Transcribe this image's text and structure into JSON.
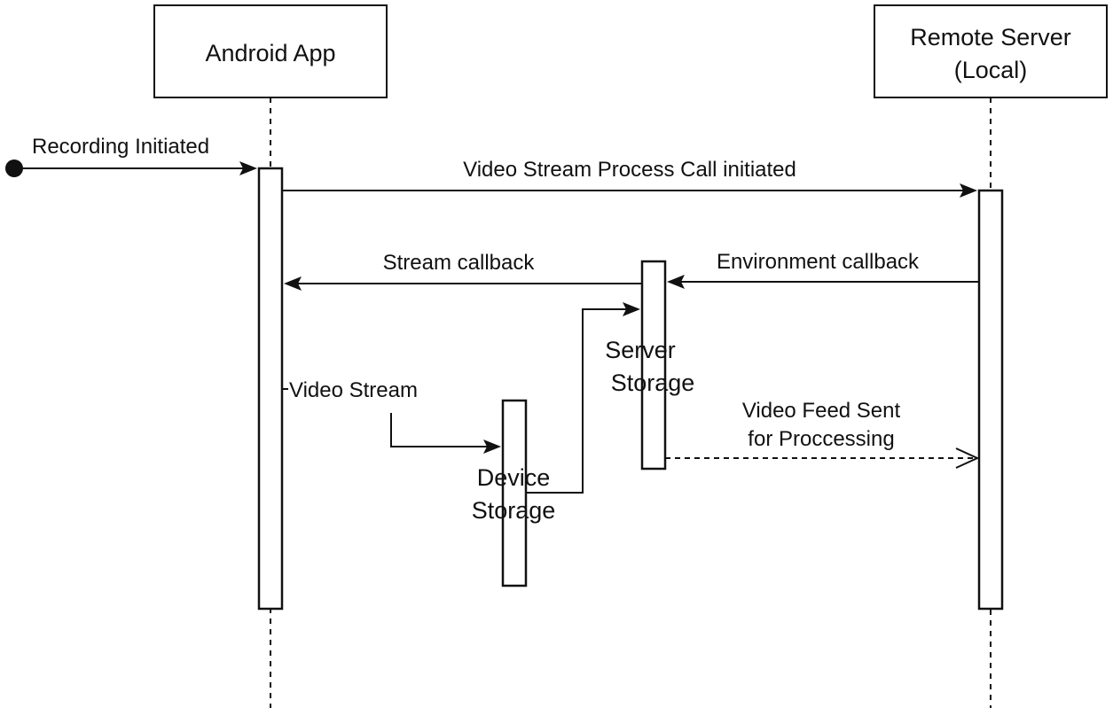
{
  "participants": {
    "android": {
      "label": "Android App"
    },
    "server": {
      "label_line1": "Remote Server",
      "label_line2": "(Local)"
    }
  },
  "activations": {
    "device_storage": {
      "label_line1": "Device",
      "label_line2": "Storage"
    },
    "server_storage": {
      "label_line1": "Server",
      "label_line2": "Storage"
    }
  },
  "messages": {
    "recording_initiated": "Recording Initiated",
    "process_call": "Video Stream Process Call initiated",
    "stream_callback": "Stream callback",
    "environment_callback": "Environment callback",
    "video_stream": "Video Stream",
    "feed_sent_line1": "Video Feed Sent",
    "feed_sent_line2": "for Proccessing"
  }
}
